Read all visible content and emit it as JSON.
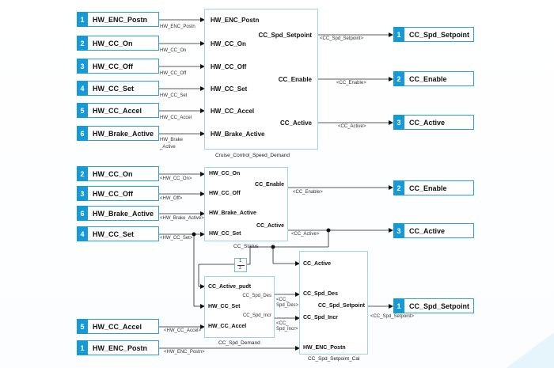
{
  "top": {
    "inports": [
      {
        "num": "1",
        "name": "HW_ENC_Postn",
        "sig": "HW_ENC_Postn"
      },
      {
        "num": "2",
        "name": "HW_CC_On",
        "sig": "HW_CC_On"
      },
      {
        "num": "3",
        "name": "HW_CC_Off",
        "sig": "HW_CC_Off"
      },
      {
        "num": "4",
        "name": "HW_CC_Set",
        "sig": "HW_CC_Set"
      },
      {
        "num": "5",
        "name": "HW_CC_Accel",
        "sig": "HW_CC_Accel"
      },
      {
        "num": "6",
        "name": "HW_Brake_Active",
        "sig_l1": "HW_Brake",
        "sig_l2": "_Active"
      }
    ],
    "block": {
      "name": "Cruise_Control_Speed_Demand",
      "in_ports": [
        "HW_ENC_Postn",
        "HW_CC_On",
        "HW_CC_Off",
        "HW_CC_Set",
        "HW_CC_Accel",
        "HW_Brake_Active"
      ],
      "out_ports": [
        "CC_Spd_Setpoint",
        "CC_Enable",
        "CC_Active"
      ]
    },
    "outsigs": [
      "<CC_Spd_Setpoint>",
      "<CC_Enable>",
      "<CC_Active>"
    ],
    "outports": [
      {
        "num": "1",
        "name": "CC_Spd_Setpoint"
      },
      {
        "num": "2",
        "name": "CC_Enable"
      },
      {
        "num": "3",
        "name": "CC_Active"
      }
    ]
  },
  "bottom": {
    "inports": [
      {
        "num": "2",
        "name": "HW_CC_On",
        "sig": "<HW_CC_On>"
      },
      {
        "num": "3",
        "name": "HW_CC_Off",
        "sig": "<HW_Off>"
      },
      {
        "num": "6",
        "name": "HW_Brake_Active",
        "sig": "<HW_Brake_Active>"
      },
      {
        "num": "4",
        "name": "HW_CC_Set",
        "sig": "<HW_CC_Set>"
      },
      {
        "num": "5",
        "name": "HW_CC_Accel",
        "sig": "<HW_CC_Accel>"
      },
      {
        "num": "1",
        "name": "HW_ENC_Postn",
        "sig": "<HW_ENC_Postn>"
      }
    ],
    "status": {
      "name": "CC_Status",
      "in_ports": [
        "HW_CC_On",
        "HW_CC_Off",
        "HW_Brake_Active",
        "HW_CC_Set"
      ],
      "out_ports": [
        "CC_Enable",
        "CC_Active"
      ],
      "outsigs": [
        "<CC_Enable>",
        "<CC_Active>"
      ]
    },
    "delay": {
      "num": "1",
      "den": "z"
    },
    "demand": {
      "name": "CC_Spd_Demand",
      "in_ports": [
        "CC_Active_pudt",
        "HW_CC_Set",
        "HW_CC_Accel"
      ],
      "out_ports": [
        "CC_Spd_Des",
        "CC_Spd_Incr"
      ],
      "outsigs": [
        [
          "<CC_",
          "Spd_Des>"
        ],
        [
          "<CC_",
          "Spd_Incr>"
        ]
      ]
    },
    "cal": {
      "name": "CC_Spd_Setpoint_Cal",
      "in_ports": [
        "CC_Active",
        "CC_Spd_Des",
        "CC_Spd_Incr",
        "HW_ENC_Postn"
      ],
      "out_port": "CC_Spd_Setpoint",
      "outsig": "<CC_Spd_Setpoint>"
    },
    "outports": [
      {
        "num": "2",
        "name": "CC_Enable"
      },
      {
        "num": "3",
        "name": "CC_Active"
      },
      {
        "num": "1",
        "name": "CC_Spd_Setpoint"
      }
    ]
  }
}
